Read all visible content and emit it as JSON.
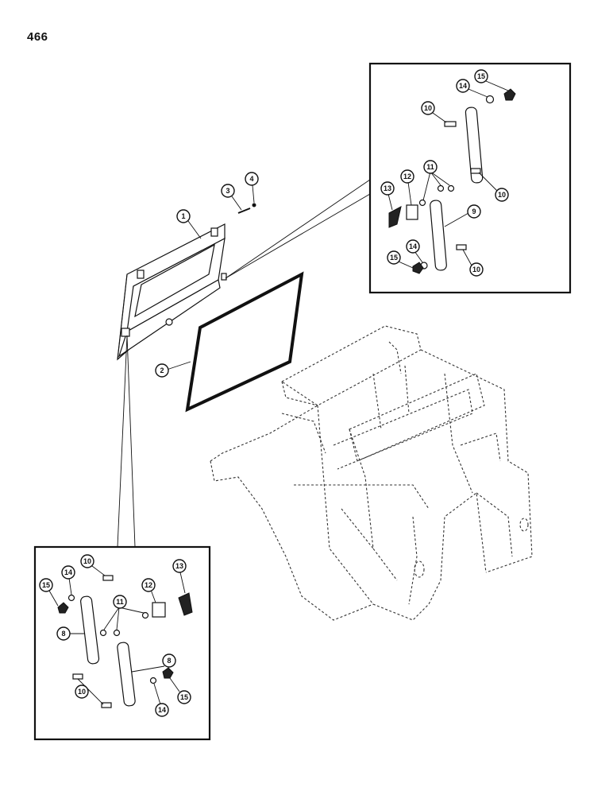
{
  "page": {
    "number": "466"
  },
  "callouts": {
    "main": [
      {
        "label": "1"
      },
      {
        "label": "2"
      },
      {
        "label": "3"
      },
      {
        "label": "4"
      }
    ],
    "upper_detail": [
      {
        "label": "15"
      },
      {
        "label": "14"
      },
      {
        "label": "10"
      },
      {
        "label": "11"
      },
      {
        "label": "12"
      },
      {
        "label": "13"
      },
      {
        "label": "9"
      },
      {
        "label": "10"
      },
      {
        "label": "14"
      },
      {
        "label": "15"
      },
      {
        "label": "10"
      }
    ],
    "lower_detail": [
      {
        "label": "10"
      },
      {
        "label": "14"
      },
      {
        "label": "15"
      },
      {
        "label": "13"
      },
      {
        "label": "12"
      },
      {
        "label": "11"
      },
      {
        "label": "8"
      },
      {
        "label": "8"
      },
      {
        "label": "10"
      },
      {
        "label": "14"
      },
      {
        "label": "15"
      }
    ]
  }
}
